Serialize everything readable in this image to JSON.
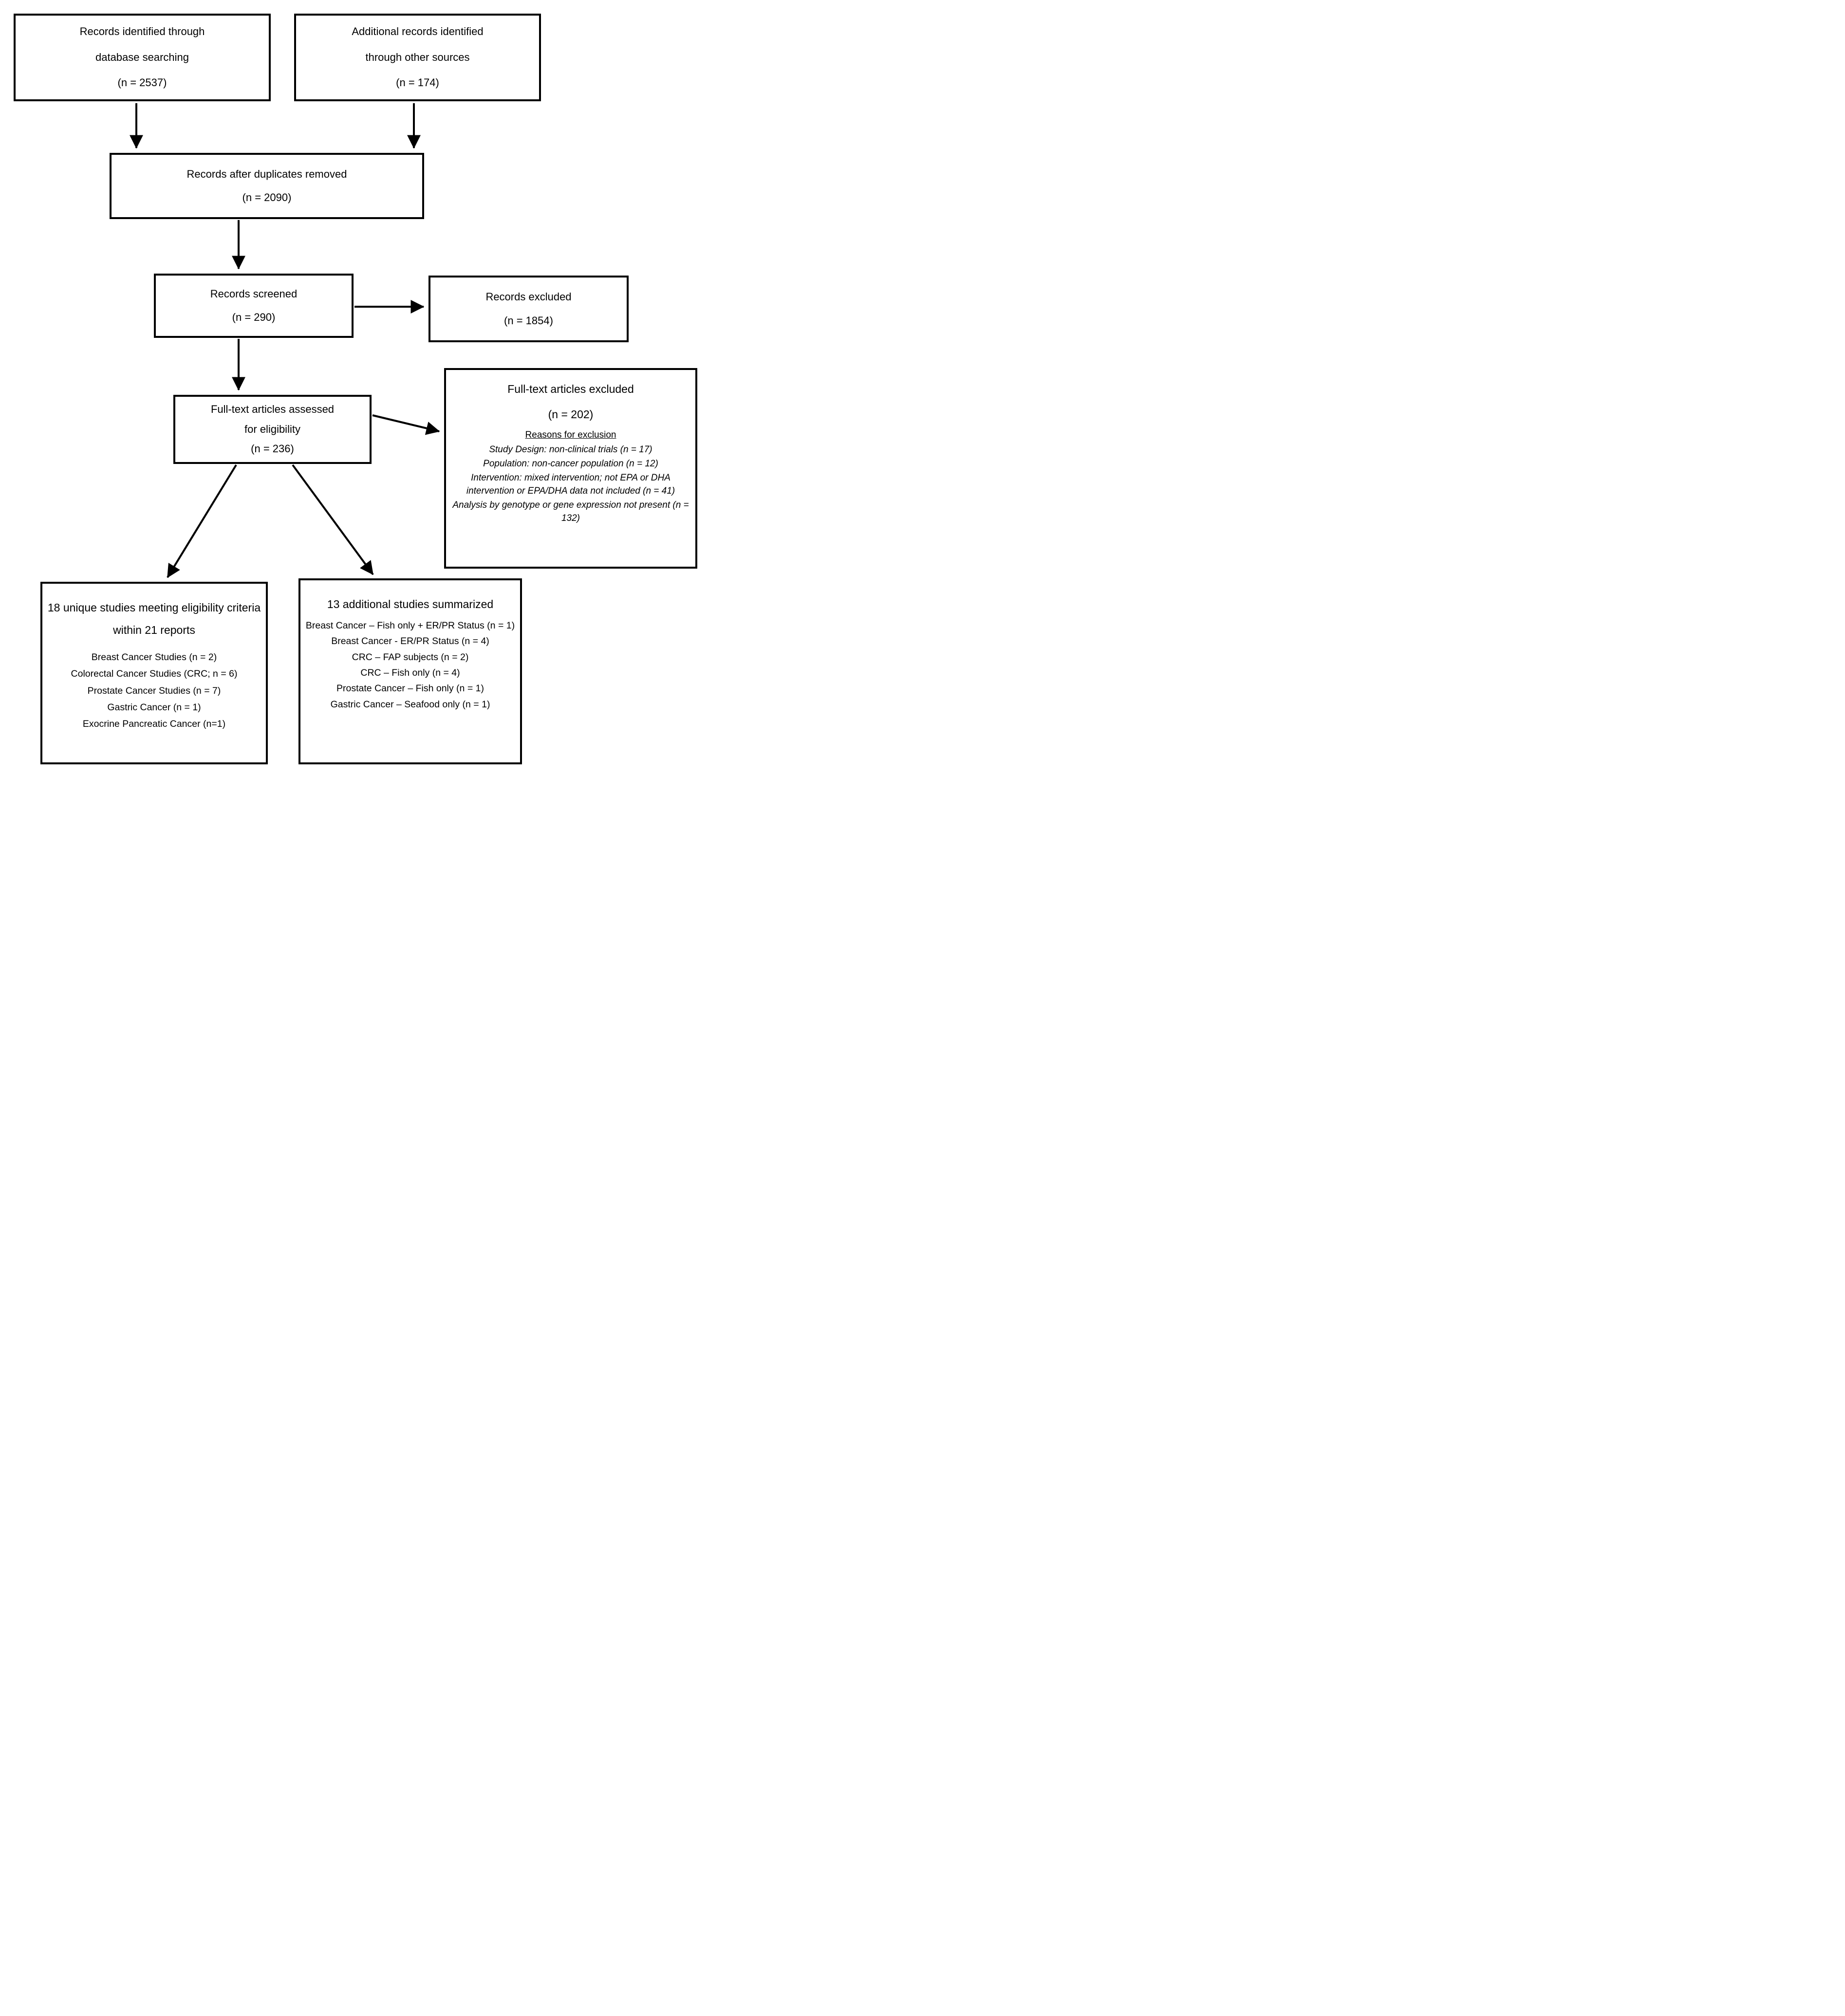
{
  "boxes": {
    "records_identified": {
      "lines": [
        "Records identified through",
        "database searching",
        "(n = 2537)"
      ]
    },
    "additional_records": {
      "lines": [
        "Additional records identified",
        "through other sources",
        "(n = 174)"
      ]
    },
    "duplicates_removed": {
      "lines": [
        "Records after duplicates removed",
        "(n = 2090)"
      ]
    },
    "records_screened": {
      "lines": [
        "Records screened",
        "(n = 290)"
      ]
    },
    "records_excluded": {
      "lines": [
        "Records excluded",
        "(n = 1854)"
      ]
    },
    "fulltext_assessed": {
      "lines": [
        "Full-text articles assessed",
        "for eligibility",
        "(n = 236)"
      ]
    },
    "fulltext_excluded": {
      "title": "Full-text articles excluded",
      "count": "(n = 202)",
      "reasons_heading": "Reasons for exclusion",
      "reasons": [
        "Study Design: non-clinical trials (n = 17)",
        "Population: non-cancer population (n = 12)",
        "Intervention: mixed intervention; not EPA or DHA intervention or EPA/DHA data not included (n = 41)",
        "Analysis by genotype or gene expression not present (n = 132)"
      ]
    },
    "included_studies": {
      "title": "18 unique studies meeting eligibility criteria within 21 reports",
      "items": [
        "Breast Cancer Studies (n = 2)",
        "Colorectal Cancer Studies (CRC; n = 6)",
        "Prostate Cancer Studies (n = 7)",
        "Gastric Cancer (n = 1)",
        "Exocrine Pancreatic Cancer (n=1)"
      ]
    },
    "additional_studies": {
      "title": "13 additional studies summarized",
      "items": [
        "Breast Cancer – Fish only + ER/PR Status (n = 1)",
        "Breast Cancer - ER/PR Status (n = 4)",
        "CRC – FAP subjects (n = 2)",
        "CRC – Fish only (n = 4)",
        "Prostate Cancer – Fish only (n = 1)",
        "Gastric Cancer – Seafood only (n = 1)"
      ]
    }
  },
  "colors": {
    "border": "#000000",
    "background": "#ffffff",
    "text": "#000000"
  }
}
